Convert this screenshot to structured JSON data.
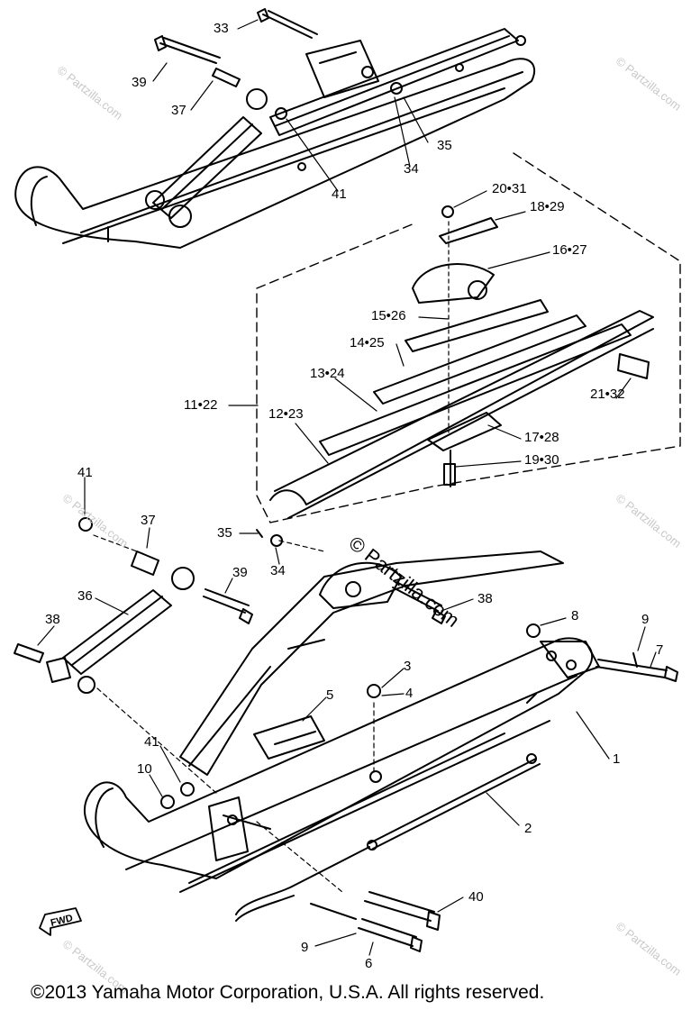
{
  "callouts": {
    "c33": "33",
    "c39a": "39",
    "c37a": "37",
    "c35a": "35",
    "c34a": "34",
    "c41a": "41",
    "c20_31": "20•31",
    "c18_29": "18•29",
    "c16_27": "16•27",
    "c15_26": "15•26",
    "c14_25": "14•25",
    "c13_24": "13•24",
    "c11_22": "11•22",
    "c12_23": "12•23",
    "c21_32": "21•32",
    "c17_28": "17•28",
    "c19_30": "19•30",
    "c41b": "41",
    "c37b": "37",
    "c35b": "35",
    "c34b": "34",
    "c39b": "39",
    "c36": "36",
    "c38a": "38",
    "c38b": "38",
    "c8": "8",
    "c9a": "9",
    "c7": "7",
    "c3": "3",
    "c4": "4",
    "c5": "5",
    "c1": "1",
    "c41c": "41",
    "c10": "10",
    "c2": "2",
    "c40": "40",
    "c9b": "9",
    "c6": "6"
  },
  "fwd_label": "FWD",
  "watermark": {
    "center_text": "© Partzilla.com",
    "edge_text": "© Partzilla.com"
  },
  "copyright": "©2013  Yamaha Motor Corporation, U.S.A. All rights reserved.",
  "colors": {
    "line": "#000000",
    "watermark": "#c9c9c9",
    "background": "#ffffff"
  }
}
